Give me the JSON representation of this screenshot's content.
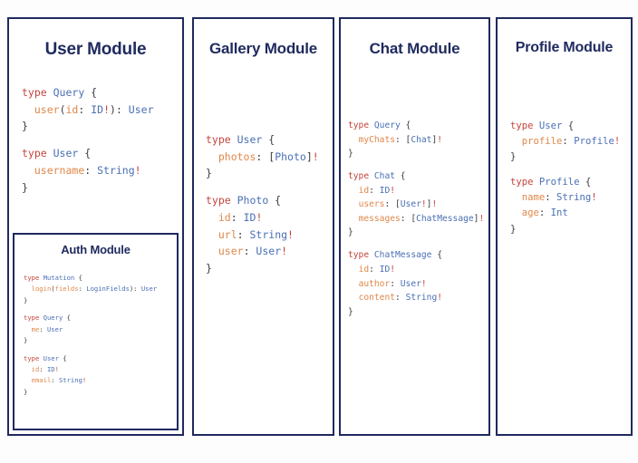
{
  "colors": {
    "panel_border": "#1f2a5e",
    "title_text": "#1f2a5e",
    "page_background": "#fdfdfd",
    "panel_background": "#ffffff",
    "syntax_keyword": "#c4453c",
    "syntax_type": "#4a6fb5",
    "syntax_field": "#e0874a",
    "syntax_punctuation": "#3b3b44",
    "syntax_nonnull": "#c4453c"
  },
  "modules": [
    {
      "id": "user",
      "title": "User Module",
      "blocks": [
        {
          "lines": [
            [
              {
                "t": "type ",
                "c": "kw"
              },
              {
                "t": "Query",
                "c": "type"
              },
              {
                "t": " {",
                "c": "punc"
              }
            ],
            [
              {
                "t": "  ",
                "c": "punc"
              },
              {
                "t": "user",
                "c": "field"
              },
              {
                "t": "(",
                "c": "punc"
              },
              {
                "t": "id",
                "c": "field"
              },
              {
                "t": ": ",
                "c": "punc"
              },
              {
                "t": "ID",
                "c": "type"
              },
              {
                "t": "!",
                "c": "bang"
              },
              {
                "t": "): ",
                "c": "punc"
              },
              {
                "t": "User",
                "c": "type"
              }
            ],
            [
              {
                "t": "}",
                "c": "punc"
              }
            ]
          ]
        },
        {
          "lines": [
            [
              {
                "t": "type ",
                "c": "kw"
              },
              {
                "t": "User",
                "c": "type"
              },
              {
                "t": " {",
                "c": "punc"
              }
            ],
            [
              {
                "t": "  ",
                "c": "punc"
              },
              {
                "t": "username",
                "c": "field"
              },
              {
                "t": ": ",
                "c": "punc"
              },
              {
                "t": "String",
                "c": "type"
              },
              {
                "t": "!",
                "c": "bang"
              }
            ],
            [
              {
                "t": "}",
                "c": "punc"
              }
            ]
          ]
        }
      ],
      "nested": {
        "id": "auth",
        "title": "Auth Module",
        "blocks": [
          {
            "lines": [
              [
                {
                  "t": "type ",
                  "c": "kw"
                },
                {
                  "t": "Mutation",
                  "c": "type"
                },
                {
                  "t": " {",
                  "c": "punc"
                }
              ],
              [
                {
                  "t": "  ",
                  "c": "punc"
                },
                {
                  "t": "login",
                  "c": "field"
                },
                {
                  "t": "(",
                  "c": "punc"
                },
                {
                  "t": "fields",
                  "c": "field"
                },
                {
                  "t": ": ",
                  "c": "punc"
                },
                {
                  "t": "LoginFields",
                  "c": "type"
                },
                {
                  "t": "): ",
                  "c": "punc"
                },
                {
                  "t": "User",
                  "c": "type"
                }
              ],
              [
                {
                  "t": "}",
                  "c": "punc"
                }
              ]
            ]
          },
          {
            "lines": [
              [
                {
                  "t": "type ",
                  "c": "kw"
                },
                {
                  "t": "Query",
                  "c": "type"
                },
                {
                  "t": " {",
                  "c": "punc"
                }
              ],
              [
                {
                  "t": "  ",
                  "c": "punc"
                },
                {
                  "t": "me",
                  "c": "field"
                },
                {
                  "t": ": ",
                  "c": "punc"
                },
                {
                  "t": "User",
                  "c": "type"
                }
              ],
              [
                {
                  "t": "}",
                  "c": "punc"
                }
              ]
            ]
          },
          {
            "lines": [
              [
                {
                  "t": "type ",
                  "c": "kw"
                },
                {
                  "t": "User",
                  "c": "type"
                },
                {
                  "t": " {",
                  "c": "punc"
                }
              ],
              [
                {
                  "t": "  ",
                  "c": "punc"
                },
                {
                  "t": "id",
                  "c": "field"
                },
                {
                  "t": ": ",
                  "c": "punc"
                },
                {
                  "t": "ID",
                  "c": "type"
                },
                {
                  "t": "!",
                  "c": "bang"
                }
              ],
              [
                {
                  "t": "  ",
                  "c": "punc"
                },
                {
                  "t": "email",
                  "c": "field"
                },
                {
                  "t": ": ",
                  "c": "punc"
                },
                {
                  "t": "String",
                  "c": "type"
                },
                {
                  "t": "!",
                  "c": "bang"
                }
              ],
              [
                {
                  "t": "}",
                  "c": "punc"
                }
              ]
            ]
          }
        ]
      }
    },
    {
      "id": "gallery",
      "title": "Gallery Module",
      "blocks": [
        {
          "lines": [
            [
              {
                "t": "type ",
                "c": "kw"
              },
              {
                "t": "User",
                "c": "type"
              },
              {
                "t": " {",
                "c": "punc"
              }
            ],
            [
              {
                "t": "  ",
                "c": "punc"
              },
              {
                "t": "photos",
                "c": "field"
              },
              {
                "t": ": [",
                "c": "punc"
              },
              {
                "t": "Photo",
                "c": "type"
              },
              {
                "t": "]",
                "c": "punc"
              },
              {
                "t": "!",
                "c": "bang"
              }
            ],
            [
              {
                "t": "}",
                "c": "punc"
              }
            ]
          ]
        },
        {
          "lines": [
            [
              {
                "t": "type ",
                "c": "kw"
              },
              {
                "t": "Photo",
                "c": "type"
              },
              {
                "t": " {",
                "c": "punc"
              }
            ],
            [
              {
                "t": "  ",
                "c": "punc"
              },
              {
                "t": "id",
                "c": "field"
              },
              {
                "t": ": ",
                "c": "punc"
              },
              {
                "t": "ID",
                "c": "type"
              },
              {
                "t": "!",
                "c": "bang"
              }
            ],
            [
              {
                "t": "  ",
                "c": "punc"
              },
              {
                "t": "url",
                "c": "field"
              },
              {
                "t": ": ",
                "c": "punc"
              },
              {
                "t": "String",
                "c": "type"
              },
              {
                "t": "!",
                "c": "bang"
              }
            ],
            [
              {
                "t": "  ",
                "c": "punc"
              },
              {
                "t": "user",
                "c": "field"
              },
              {
                "t": ": ",
                "c": "punc"
              },
              {
                "t": "User",
                "c": "type"
              },
              {
                "t": "!",
                "c": "bang"
              }
            ],
            [
              {
                "t": "}",
                "c": "punc"
              }
            ]
          ]
        }
      ],
      "nested": null
    },
    {
      "id": "chat",
      "title": "Chat Module",
      "blocks": [
        {
          "lines": [
            [
              {
                "t": "type ",
                "c": "kw"
              },
              {
                "t": "Query",
                "c": "type"
              },
              {
                "t": " {",
                "c": "punc"
              }
            ],
            [
              {
                "t": "  ",
                "c": "punc"
              },
              {
                "t": "myChats",
                "c": "field"
              },
              {
                "t": ": [",
                "c": "punc"
              },
              {
                "t": "Chat",
                "c": "type"
              },
              {
                "t": "]",
                "c": "punc"
              },
              {
                "t": "!",
                "c": "bang"
              }
            ],
            [
              {
                "t": "}",
                "c": "punc"
              }
            ]
          ]
        },
        {
          "lines": [
            [
              {
                "t": "type ",
                "c": "kw"
              },
              {
                "t": "Chat",
                "c": "type"
              },
              {
                "t": " {",
                "c": "punc"
              }
            ],
            [
              {
                "t": "  ",
                "c": "punc"
              },
              {
                "t": "id",
                "c": "field"
              },
              {
                "t": ": ",
                "c": "punc"
              },
              {
                "t": "ID",
                "c": "type"
              },
              {
                "t": "!",
                "c": "bang"
              }
            ],
            [
              {
                "t": "  ",
                "c": "punc"
              },
              {
                "t": "users",
                "c": "field"
              },
              {
                "t": ": [",
                "c": "punc"
              },
              {
                "t": "User",
                "c": "type"
              },
              {
                "t": "!",
                "c": "bang"
              },
              {
                "t": "]",
                "c": "punc"
              },
              {
                "t": "!",
                "c": "bang"
              }
            ],
            [
              {
                "t": "  ",
                "c": "punc"
              },
              {
                "t": "messages",
                "c": "field"
              },
              {
                "t": ": [",
                "c": "punc"
              },
              {
                "t": "ChatMessage",
                "c": "type"
              },
              {
                "t": "]",
                "c": "punc"
              },
              {
                "t": "!",
                "c": "bang"
              }
            ],
            [
              {
                "t": "}",
                "c": "punc"
              }
            ]
          ]
        },
        {
          "lines": [
            [
              {
                "t": "type ",
                "c": "kw"
              },
              {
                "t": "ChatMessage",
                "c": "type"
              },
              {
                "t": " {",
                "c": "punc"
              }
            ],
            [
              {
                "t": "  ",
                "c": "punc"
              },
              {
                "t": "id",
                "c": "field"
              },
              {
                "t": ": ",
                "c": "punc"
              },
              {
                "t": "ID",
                "c": "type"
              },
              {
                "t": "!",
                "c": "bang"
              }
            ],
            [
              {
                "t": "  ",
                "c": "punc"
              },
              {
                "t": "author",
                "c": "field"
              },
              {
                "t": ": ",
                "c": "punc"
              },
              {
                "t": "User",
                "c": "type"
              },
              {
                "t": "!",
                "c": "bang"
              }
            ],
            [
              {
                "t": "  ",
                "c": "punc"
              },
              {
                "t": "content",
                "c": "field"
              },
              {
                "t": ": ",
                "c": "punc"
              },
              {
                "t": "String",
                "c": "type"
              },
              {
                "t": "!",
                "c": "bang"
              }
            ],
            [
              {
                "t": "}",
                "c": "punc"
              }
            ]
          ]
        }
      ],
      "nested": null
    },
    {
      "id": "profile",
      "title": "Profile Module",
      "blocks": [
        {
          "lines": [
            [
              {
                "t": "type ",
                "c": "kw"
              },
              {
                "t": "User",
                "c": "type"
              },
              {
                "t": " {",
                "c": "punc"
              }
            ],
            [
              {
                "t": "  ",
                "c": "punc"
              },
              {
                "t": "profile",
                "c": "field"
              },
              {
                "t": ": ",
                "c": "punc"
              },
              {
                "t": "Profile",
                "c": "type"
              },
              {
                "t": "!",
                "c": "bang"
              }
            ],
            [
              {
                "t": "}",
                "c": "punc"
              }
            ]
          ]
        },
        {
          "lines": [
            [
              {
                "t": "type ",
                "c": "kw"
              },
              {
                "t": "Profile",
                "c": "type"
              },
              {
                "t": " {",
                "c": "punc"
              }
            ],
            [
              {
                "t": "  ",
                "c": "punc"
              },
              {
                "t": "name",
                "c": "field"
              },
              {
                "t": ": ",
                "c": "punc"
              },
              {
                "t": "String",
                "c": "type"
              },
              {
                "t": "!",
                "c": "bang"
              }
            ],
            [
              {
                "t": "  ",
                "c": "punc"
              },
              {
                "t": "age",
                "c": "field"
              },
              {
                "t": ": ",
                "c": "punc"
              },
              {
                "t": "Int",
                "c": "type"
              }
            ],
            [
              {
                "t": "}",
                "c": "punc"
              }
            ]
          ]
        }
      ],
      "nested": null
    }
  ]
}
